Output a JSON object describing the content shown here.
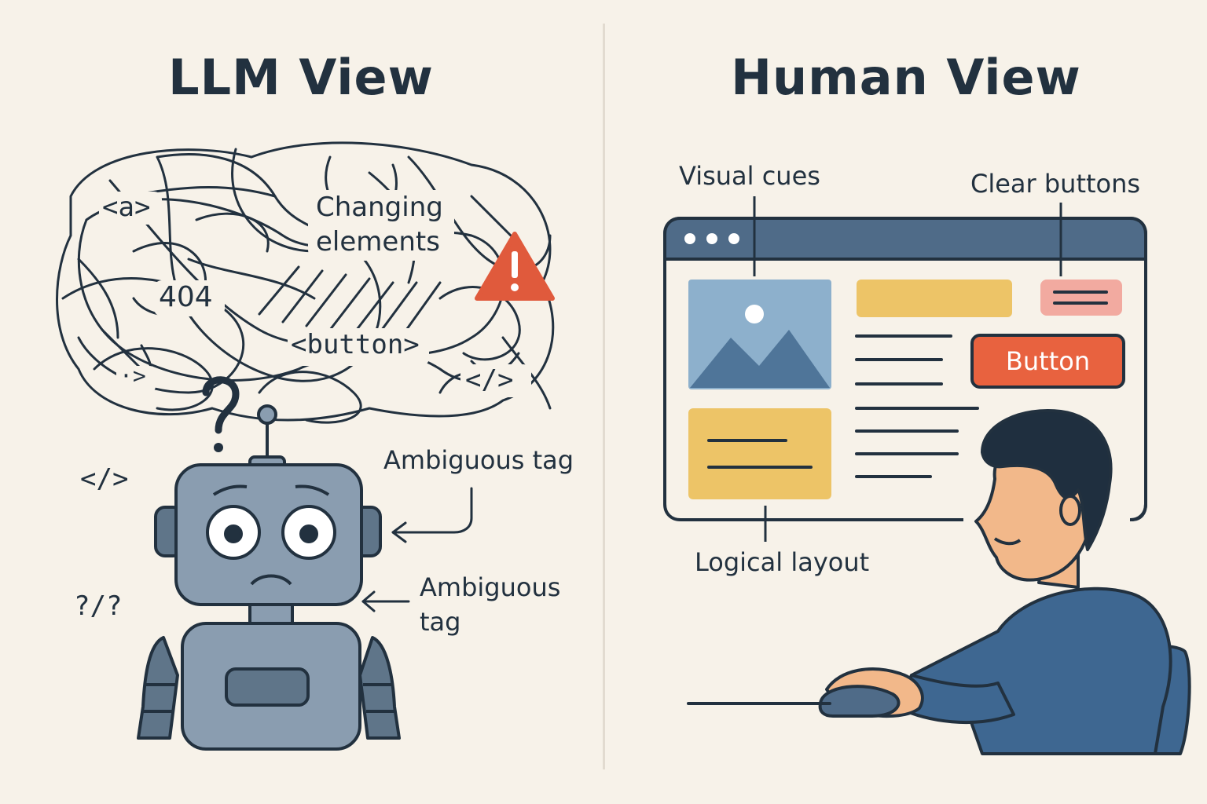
{
  "left": {
    "title": "LLM View",
    "tags": {
      "a": "<a>",
      "not_found": "404",
      "button": "<button>",
      "close_small": "</>",
      "close_left": "</>",
      "unknown": "?/?",
      "dot_tag": "·>",
      "question": "?"
    },
    "labels": {
      "changing_line1": "Changing",
      "changing_line2": "elements",
      "ambiguous_1": "Ambiguous tag",
      "ambiguous_2_line1": "Ambiguous",
      "ambiguous_2_line2": "tag"
    }
  },
  "right": {
    "title": "Human View",
    "labels": {
      "visual_cues": "Visual cues",
      "clear_buttons": "Clear buttons",
      "logical_layout": "Logical layout"
    },
    "button_label": "Button"
  },
  "colors": {
    "background": "#f7f2e9",
    "ink": "#22313f",
    "robot": "#8a9db0",
    "robot_dark": "#5f7589",
    "warning": "#e05a3c",
    "accent_button": "#e8623f",
    "yellow": "#edc467",
    "pink": "#f2aaa0",
    "image_blue": "#8db0cc",
    "mountain": "#4f7599",
    "browser_bar": "#4f6b88",
    "shirt": "#3e6791",
    "skin": "#f2b88a"
  }
}
